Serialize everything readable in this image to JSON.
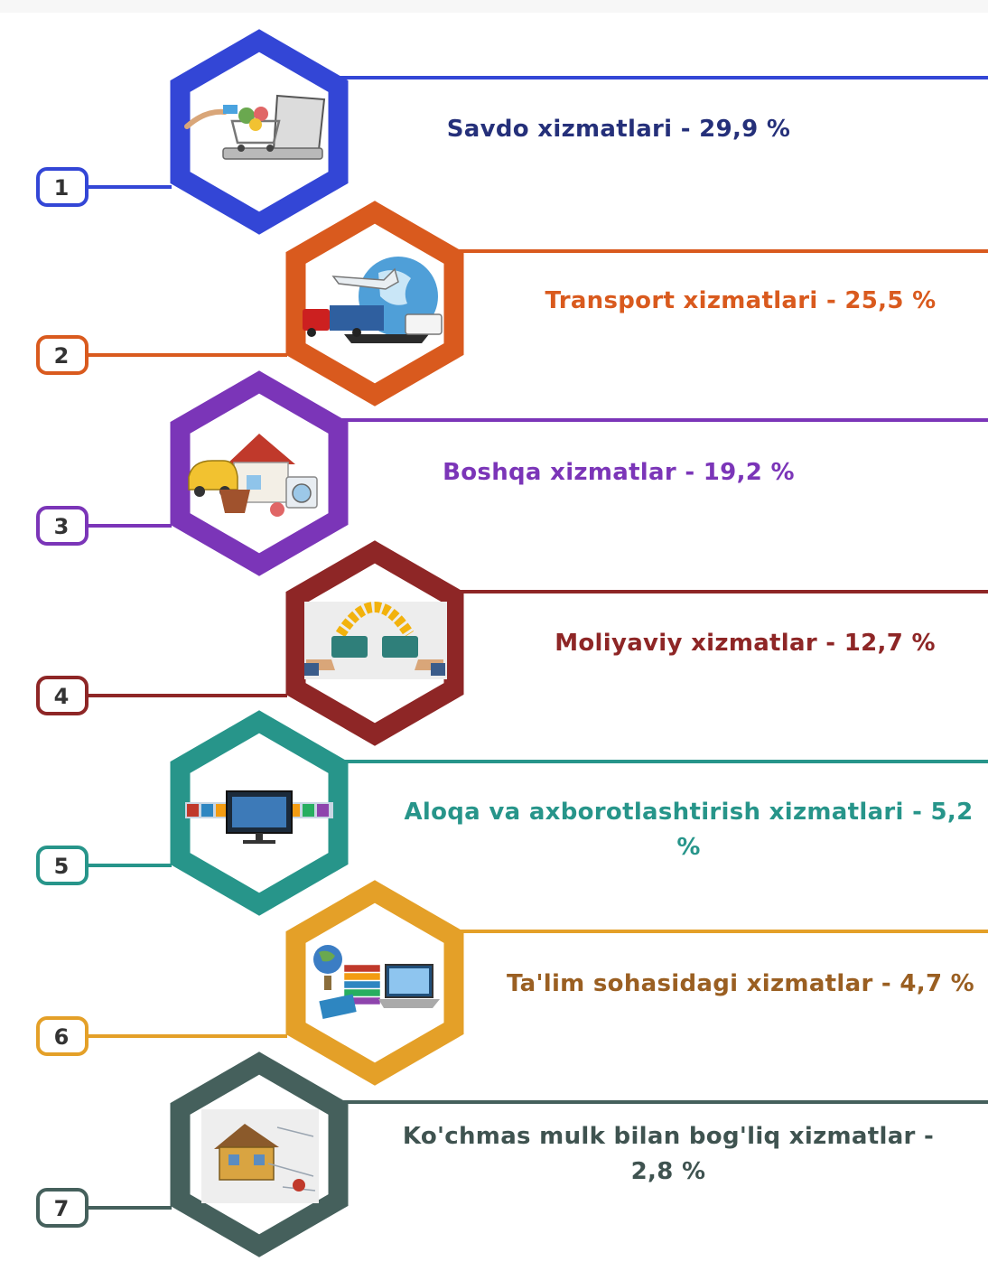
{
  "steps": [
    {
      "number": "1",
      "label": "Savdo xizmatlari - 29,9 %",
      "color": "#3346d6",
      "text_color": "#25307a",
      "icon": "shopping-cart-laptop-icon"
    },
    {
      "number": "2",
      "label": "Transport xizmatlari  - 25,5 %",
      "color": "#d95a1e",
      "text_color": "#d95a1e",
      "icon": "transport-globe-icon"
    },
    {
      "number": "3",
      "label": "Boshqa xizmatlar - 19,2 %",
      "color": "#7b35b8",
      "text_color": "#7b35b8",
      "icon": "house-services-icon"
    },
    {
      "number": "4",
      "label": "Moliyaviy xizmatlar  - 12,7 %",
      "color": "#8e2626",
      "text_color": "#8e2626",
      "icon": "money-exchange-icon"
    },
    {
      "number": "5",
      "label": "Aloqa va axborotlashtirish xizmatlari  - 5,2 %",
      "color": "#27958a",
      "text_color": "#27958a",
      "icon": "television-media-icon"
    },
    {
      "number": "6",
      "label": "Ta'lim sohasidagi xizmatlar - 4,7 %",
      "color": "#e4a028",
      "text_color": "#9a5f22",
      "icon": "education-globe-books-laptop-icon"
    },
    {
      "number": "7",
      "label": "Ko'chmas mulk bilan bog'liq xizmatlar - 2,8 %",
      "color": "#45605c",
      "text_color": "#3f5350",
      "icon": "real-estate-house-icon"
    }
  ]
}
